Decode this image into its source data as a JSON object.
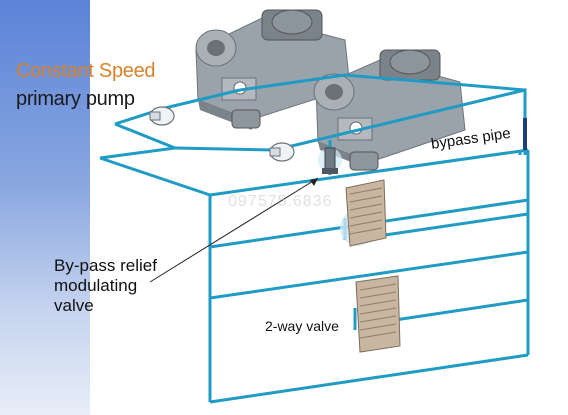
{
  "labels": {
    "pump_title_line1": "Constant Speed",
    "pump_title_line2": "primary pump",
    "bypass_pipe": "bypass pipe",
    "bypass_valve": "By-pass relief modulating valve",
    "two_way_valve": "2-way valve",
    "watermark": "097575.6836"
  },
  "colors": {
    "pipe": "#1f9bc4",
    "sidebar_top": "#4a6fd0",
    "sidebar_bottom": "#dfe6f5",
    "title_orange": "#d9822b",
    "bypass_pipe_dark": "#1e3f7a"
  }
}
